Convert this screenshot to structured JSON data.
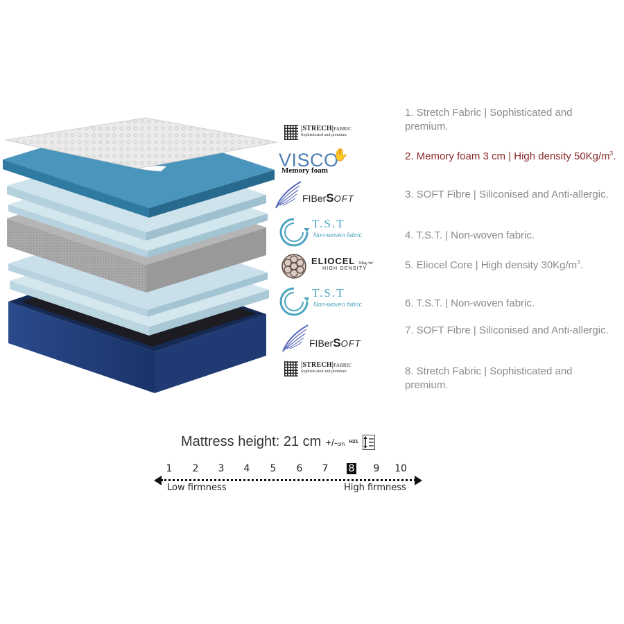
{
  "brand_logos": {
    "stretch": {
      "title": "STRECH",
      "title_suffix": "FABRIC",
      "tagline": "Sophisticated and premium",
      "icon": "fabric-grid-icon"
    },
    "visco": {
      "word": "VISCO",
      "sub": "Memory foam",
      "icon": "hand-icon"
    },
    "fibersoft": {
      "word_start": "FIBer",
      "word_s": "S",
      "word_end": "OFT",
      "icon": "feather-icon"
    },
    "tst": {
      "word": "T.S.T",
      "sub": "Non-woven fabric",
      "icon": "circular-arrows-icon"
    },
    "eliocel": {
      "word": "ELIOCEL",
      "density": "30kg./m³",
      "sub": "HIGH DENSITY",
      "icon": "foam-cell-icon"
    }
  },
  "features": [
    {
      "text": "1. Stretch Fabric | Sophisticated and premium."
    },
    {
      "text": "2. Memory foam 3 cm | High density 50Kg/m",
      "unit_sup": "3",
      "end": "."
    },
    {
      "text": "3. SOFT Fibre | Siliconised and Anti-allergic."
    },
    {
      "text": "4. T.S.T. | Non-woven fabric."
    },
    {
      "text": "5. Eliocel Core | High density 30Kg/m",
      "unit_sup": "3",
      "end": "."
    },
    {
      "text": "6. T.S.T. | Non-woven fabric."
    },
    {
      "text": "7. SOFT Fibre | Siliconised and Anti-allergic."
    },
    {
      "text": "8. Stretch Fabric | Sophisticated and premium."
    }
  ],
  "mattress_height": {
    "label": "Mattress height: 21 cm",
    "tolerance_sign": "+/-",
    "tolerance_unit": "cm",
    "badge": "H21",
    "icon": "height-lines-icon"
  },
  "firmness": {
    "ticks": [
      "1",
      "2",
      "3",
      "4",
      "5",
      "6",
      "7",
      "8",
      "9",
      "10"
    ],
    "selected": 8,
    "low_label": "Low firmness",
    "high_label": "High firmness"
  },
  "colors": {
    "highlight_text": "#8a2a2a",
    "feature_text": "#8a8a8a",
    "memory_foam": "#3e88ad",
    "base_fabric": "#1f3d78",
    "tst_accent": "#4aa4bd"
  }
}
